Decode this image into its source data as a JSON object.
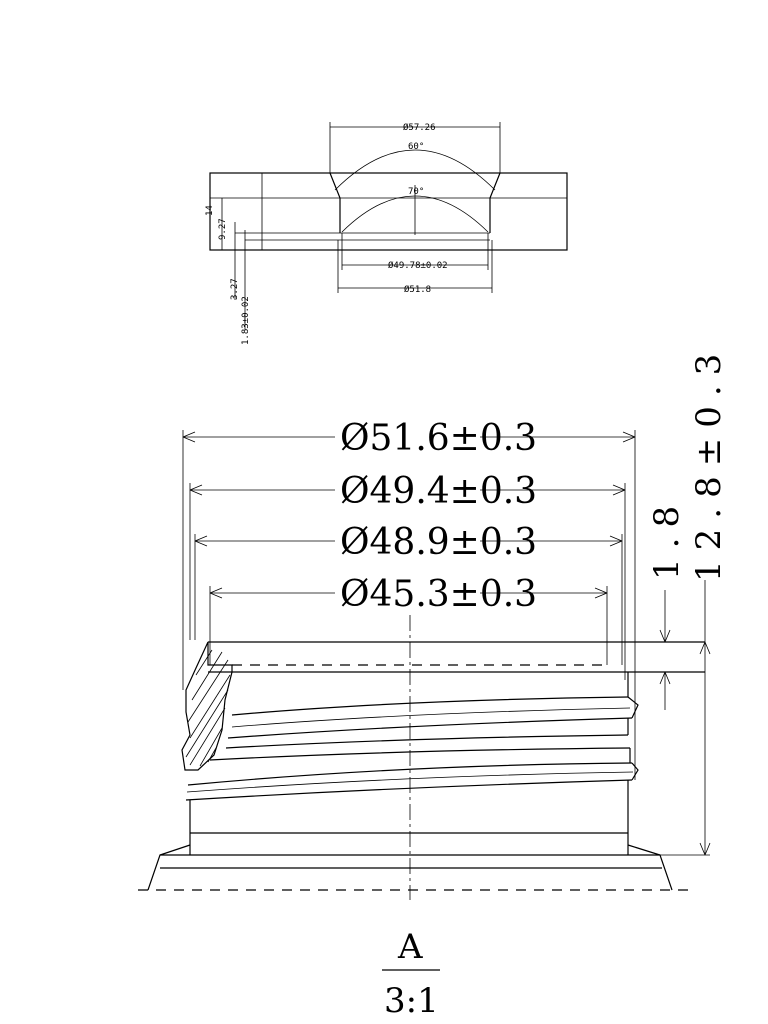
{
  "top_view": {
    "dim_top_diameter": "Ø57.26",
    "angle_top": "60°",
    "angle_mid": "70°",
    "dim_inner_diameter": "Ø49.78±0.02",
    "dim_outer_diameter": "Ø51.8",
    "dim_height": "14",
    "dim_depth": "9.27",
    "dim_step": "3.27",
    "dim_lip": "1.83±0.02"
  },
  "detail_view": {
    "dim_d1": "Ø51.6±0.3",
    "dim_d2": "Ø49.4±0.3",
    "dim_d3": "Ø48.9±0.3",
    "dim_d4": "Ø45.3±0.3",
    "dim_lip_height": "1.8",
    "dim_total_height": "12.8±0.3"
  },
  "section_label": {
    "name": "A",
    "scale": "3:1"
  }
}
